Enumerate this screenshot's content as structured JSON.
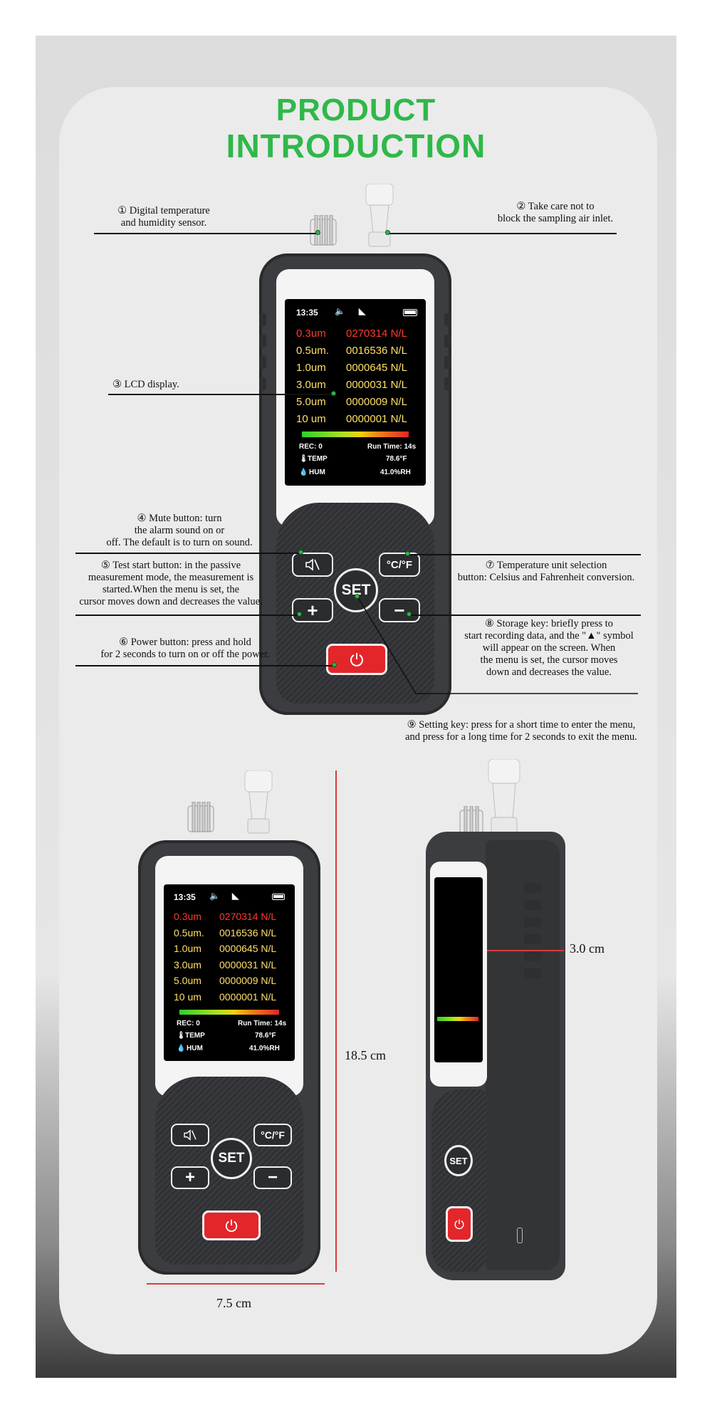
{
  "title": {
    "line1": "PRODUCT",
    "line2": "INTRODUCTION"
  },
  "callouts": {
    "c1": {
      "lines": [
        "① Digital temperature",
        "and humidity sensor."
      ]
    },
    "c2": {
      "lines": [
        "② Take care not to",
        "block the sampling air inlet."
      ]
    },
    "c3": {
      "lines": [
        "③ LCD display."
      ]
    },
    "c4": {
      "lines": [
        "④ Mute button: turn",
        "the alarm sound on or",
        "off. The default is to turn on sound."
      ]
    },
    "c5": {
      "lines": [
        "⑤ Test start button: in the passive",
        "measurement mode, the measurement is",
        "started.When the menu is set, the",
        "cursor moves down and decreases the value."
      ]
    },
    "c6": {
      "lines": [
        "⑥ Power button: press and hold",
        "for 2 seconds to turn on or off the power."
      ]
    },
    "c7": {
      "lines": [
        "⑦ Temperature unit selection",
        "button: Celsius and Fahrenheit conversion."
      ]
    },
    "c8": {
      "lines": [
        "⑧ Storage key: briefly press to",
        "start recording data, and the \"▲\" symbol",
        "will appear on the screen. When",
        "the menu is set, the cursor moves",
        "down and decreases the value."
      ]
    },
    "c9": {
      "lines": [
        "⑨ Setting key: press for a short time to enter the menu,",
        "and press for a long time for 2 seconds to exit the menu."
      ]
    }
  },
  "screen": {
    "time": "13:35",
    "rows": [
      {
        "size": "0.3um",
        "value": "0270314 N/L",
        "color": "#ff3b30"
      },
      {
        "size": "0.5um.",
        "value": "0016536 N/L",
        "color": "#ffe066"
      },
      {
        "size": "1.0um",
        "value": "0000645 N/L",
        "color": "#ffe066"
      },
      {
        "size": "3.0um",
        "value": "0000031 N/L",
        "color": "#ffe066"
      },
      {
        "size": "5.0um",
        "value": "0000009 N/L",
        "color": "#ffe066"
      },
      {
        "size": "10 um",
        "value": "0000001 N/L",
        "color": "#ffe066"
      }
    ],
    "rec": "REC: 0",
    "runtime": "Run Time: 14s",
    "temp_label": "TEMP",
    "temp_value": "78.6°F",
    "hum_label": "HUM",
    "hum_value": "41.0%RH"
  },
  "keys": {
    "set": "SET",
    "unit": "°C/°F",
    "plus": "+",
    "minus": "−"
  },
  "dimensions": {
    "height": "18.5 cm",
    "width": "7.5 cm",
    "depth": "3.0 cm"
  },
  "colors": {
    "title_green": "#2fb84a",
    "power_red": "#e3262a",
    "dim_red": "#d93b3b"
  }
}
